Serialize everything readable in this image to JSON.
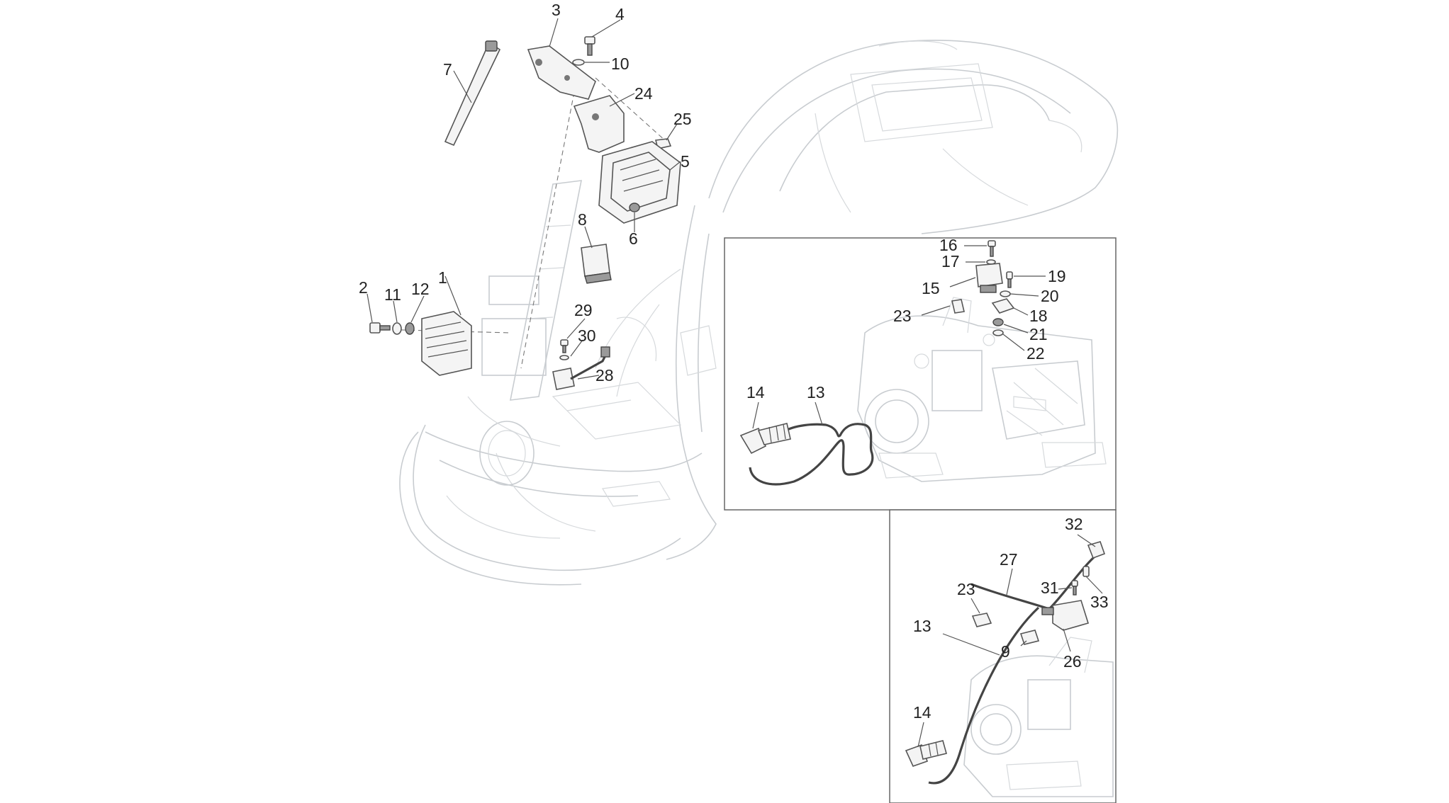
{
  "parts": [
    {
      "id": "label-1",
      "text": "1"
    },
    {
      "id": "label-2",
      "text": "2"
    },
    {
      "id": "label-3",
      "text": "3"
    },
    {
      "id": "label-4",
      "text": "4"
    },
    {
      "id": "label-5",
      "text": "5"
    },
    {
      "id": "label-6",
      "text": "6"
    },
    {
      "id": "label-7",
      "text": "7"
    },
    {
      "id": "label-8",
      "text": "8"
    },
    {
      "id": "label-10",
      "text": "10"
    },
    {
      "id": "label-11",
      "text": "11"
    },
    {
      "id": "label-12",
      "text": "12"
    },
    {
      "id": "label-24",
      "text": "24"
    },
    {
      "id": "label-25",
      "text": "25"
    },
    {
      "id": "label-28",
      "text": "28"
    },
    {
      "id": "label-29",
      "text": "29"
    },
    {
      "id": "label-30",
      "text": "30"
    }
  ],
  "inset_top": [
    {
      "id": "label-13",
      "text": "13"
    },
    {
      "id": "label-14",
      "text": "14"
    },
    {
      "id": "label-15",
      "text": "15"
    },
    {
      "id": "label-16",
      "text": "16"
    },
    {
      "id": "label-17",
      "text": "17"
    },
    {
      "id": "label-18",
      "text": "18"
    },
    {
      "id": "label-19",
      "text": "19"
    },
    {
      "id": "label-20",
      "text": "20"
    },
    {
      "id": "label-21",
      "text": "21"
    },
    {
      "id": "label-22",
      "text": "22"
    },
    {
      "id": "label-23",
      "text": "23"
    }
  ],
  "inset_bottom": [
    {
      "id": "label-9",
      "text": "9"
    },
    {
      "id": "label-13b",
      "text": "13"
    },
    {
      "id": "label-14b",
      "text": "14"
    },
    {
      "id": "label-23b",
      "text": "23"
    },
    {
      "id": "label-26",
      "text": "26"
    },
    {
      "id": "label-27",
      "text": "27"
    },
    {
      "id": "label-31",
      "text": "31"
    },
    {
      "id": "label-32",
      "text": "32"
    },
    {
      "id": "label-33",
      "text": "33"
    }
  ]
}
